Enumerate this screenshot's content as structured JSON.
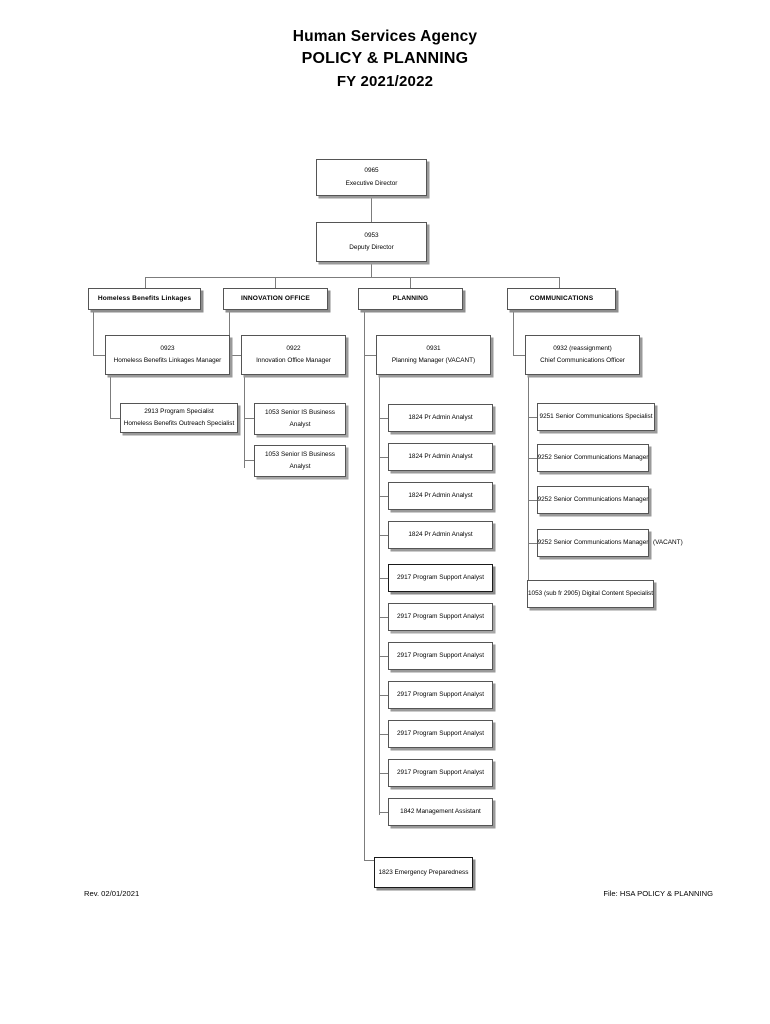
{
  "title": {
    "line1": "Human Services Agency",
    "line2": "POLICY & PLANNING",
    "line3": "FY 2021/2022"
  },
  "executive": {
    "code": "0965",
    "role": "Executive Director"
  },
  "deputy": {
    "code": "0953",
    "role": "Deputy Director"
  },
  "divisions": [
    {
      "header": "Homeless Benefits Linkages"
    },
    {
      "header": "INNOVATION OFFICE"
    },
    {
      "header": "PLANNING"
    },
    {
      "header": "COMMUNICATIONS"
    }
  ],
  "managers": [
    {
      "code": "0923",
      "role": "Homeless Benefits Linkages Manager"
    },
    {
      "code": "0922",
      "role": "Innovation Office Manager"
    },
    {
      "code": "0931",
      "role": "Planning Manager (VACANT)"
    },
    {
      "code": "0932 (reassignment)",
      "role": "Chief Communications Officer"
    }
  ],
  "homeless_staff": [
    {
      "line1": "2913 Program Specialist",
      "line2": "Homeless Benefits Outreach Specialist"
    }
  ],
  "innovation_staff": [
    {
      "line1": "1053 Senior IS Business",
      "line2": "Analyst"
    },
    {
      "line1": "1053 Senior IS Business",
      "line2": "Analyst"
    }
  ],
  "planning_staff": [
    {
      "label": "1824 Pr Admin Analyst",
      "emphasis": false
    },
    {
      "label": "1824  Pr Admin Analyst",
      "emphasis": false
    },
    {
      "label": "1824 Pr Admin Analyst",
      "emphasis": false
    },
    {
      "label": "1824 Pr Admin Analyst",
      "emphasis": false
    },
    {
      "label": "2917 Program Support Analyst",
      "emphasis": true
    },
    {
      "label": "2917 Program Support Analyst",
      "emphasis": false
    },
    {
      "label": "2917 Program Support Analyst",
      "emphasis": false
    },
    {
      "label": "2917 Program Support Analyst",
      "emphasis": false
    },
    {
      "label": "2917 Program Support Analyst",
      "emphasis": false
    },
    {
      "label": "2917 Program Support Analyst",
      "emphasis": false
    },
    {
      "label": "1842 Management Assistant",
      "emphasis": false
    }
  ],
  "emergency": {
    "label": "1823 Emergency Preparedness"
  },
  "communications_staff": [
    {
      "label": "9251 Senior Communications Specialist",
      "suffix": ""
    },
    {
      "label": "9252 Senior Communications Manager",
      "suffix": ""
    },
    {
      "label": "9252 Senior Communications Manager",
      "suffix": ""
    },
    {
      "label": "9252 Senior Communications Manager",
      "suffix": "(VACANT)"
    },
    {
      "label": "1053 (sub fr 2905) Digital Content Specialist",
      "suffix": ""
    }
  ],
  "footer": {
    "revision": "Rev. 02/01/2021",
    "file": "File: HSA POLICY & PLANNING"
  }
}
